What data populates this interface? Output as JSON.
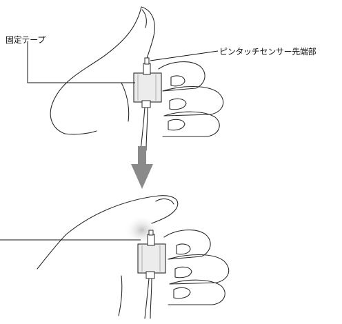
{
  "labels": {
    "fixing_tape": "固定テープ",
    "sensor_tip": "ピンタッチセンサー先端部"
  },
  "colors": {
    "line": "#2a2a2a",
    "arrow": "#8a8a8a",
    "tape": "#d4d4d4",
    "highlight": "#c8c8c8"
  },
  "panels": [
    {
      "name": "before",
      "state": "sensor tip placed on thumb pad and secured with fixing tape"
    },
    {
      "name": "after",
      "state": "thumb pressed down onto sensor tip"
    }
  ],
  "arrow": {
    "direction": "down"
  }
}
